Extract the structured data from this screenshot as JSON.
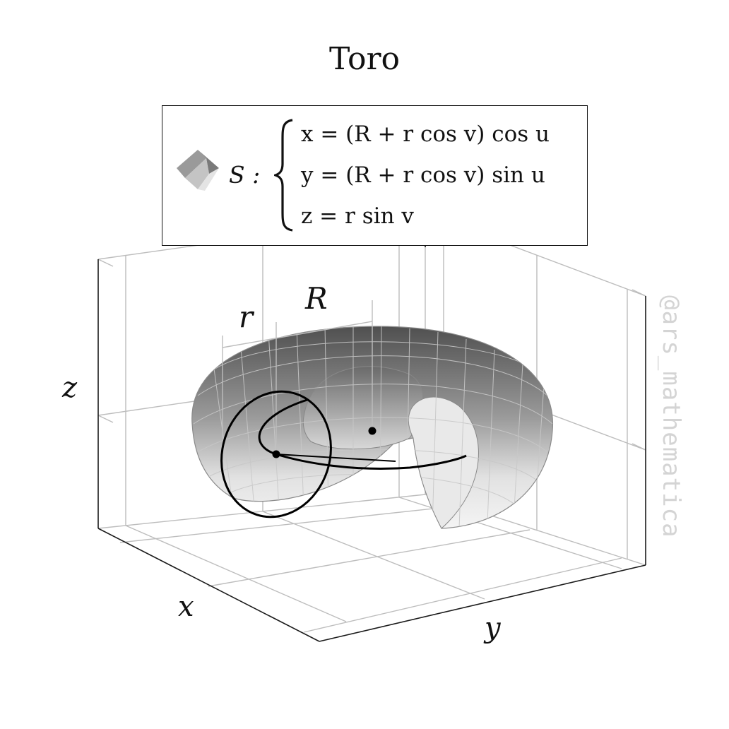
{
  "title": "Toro",
  "legend": {
    "symbol": "S :",
    "equations": [
      "x = (R + r cos v) cos u",
      "y = (R + r cos v) sin u",
      "z = r sin v"
    ]
  },
  "axes": {
    "x": "x",
    "y": "y",
    "z": "z"
  },
  "dimensions": {
    "major_radius": "R",
    "minor_radius": "r"
  },
  "watermark": "@ars_mathematica",
  "colors": {
    "surface_dark": "#555555",
    "surface_light": "#f2f2f2",
    "mesh": "#c8c8c8",
    "curve": "#000000"
  }
}
